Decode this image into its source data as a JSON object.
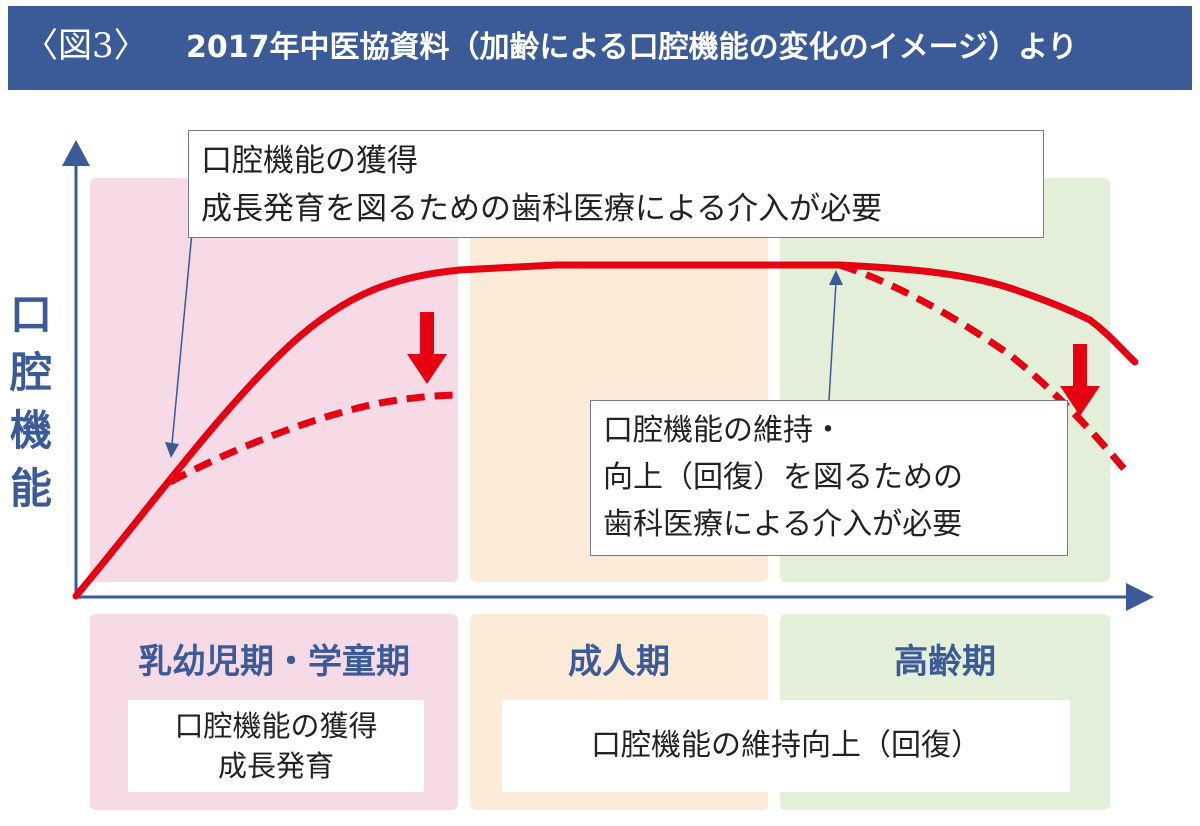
{
  "header": {
    "figure_label": "〈図3〉",
    "title": "2017年中医協資料（加齢による口腔機能の変化のイメージ）より"
  },
  "y_axis": {
    "label_chars": [
      "口",
      "腔",
      "機",
      "能"
    ]
  },
  "stages": [
    {
      "label": "乳幼児期・学童期",
      "color": "#f6dbe6"
    },
    {
      "label": "成人期",
      "color": "#fcebd8"
    },
    {
      "label": "高齢期",
      "color": "#e4efda"
    }
  ],
  "bottom_boxes": {
    "acquisition_line1": "口腔機能の獲得",
    "acquisition_line2": "成長発育",
    "maintenance": "口腔機能の維持向上（回復）"
  },
  "callouts": {
    "top_line1": "口腔機能の獲得",
    "top_line2": "成長発育を図るための歯科医療による介入が必要",
    "right_line1": "口腔機能の維持・",
    "right_line2": "向上（回復）を図るための",
    "right_line3": "歯科医療による介入が必要"
  },
  "colors": {
    "curve": "#e50012",
    "axis": "#3a5a98",
    "header_bg": "#3a5a98"
  }
}
